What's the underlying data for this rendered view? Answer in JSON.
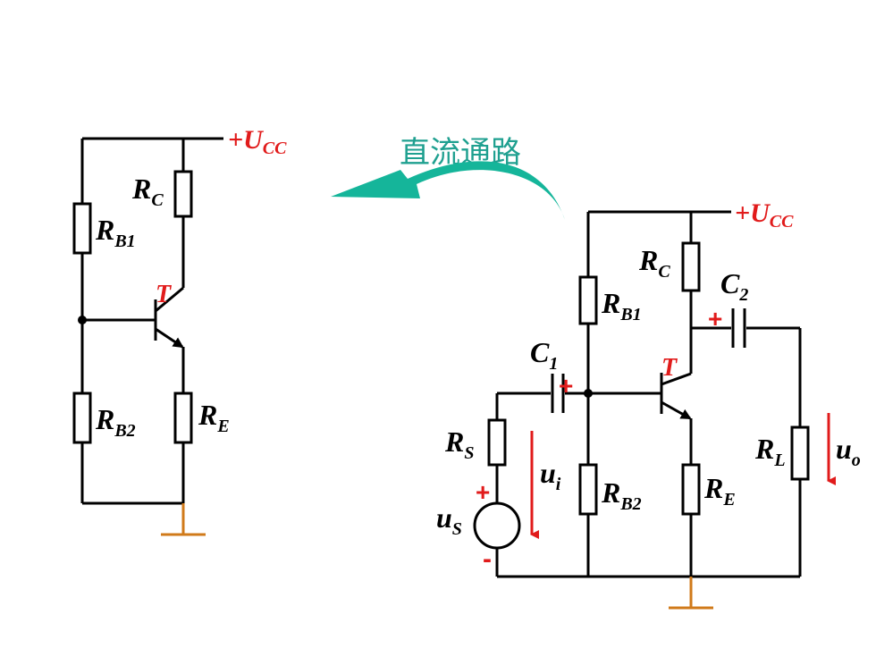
{
  "colors": {
    "wire": "#000000",
    "label_red": "#e11b1b",
    "ground": "#d07a1a",
    "arrow_teal": "#15b59a",
    "title_teal": "#1fa090"
  },
  "title": "直流通路",
  "left": {
    "ucc": {
      "main": "+U",
      "sub": "CC"
    },
    "rc": {
      "main": "R",
      "sub": "C"
    },
    "rb1": {
      "main": "R",
      "sub": "B1"
    },
    "t": "T",
    "rb2": {
      "main": "R",
      "sub": "B2"
    },
    "re": {
      "main": "R",
      "sub": "E"
    }
  },
  "right": {
    "ucc": {
      "main": "+U",
      "sub": "CC"
    },
    "rc": {
      "main": "R",
      "sub": "C"
    },
    "c2": {
      "main": "C",
      "sub": "2"
    },
    "c2_plus": "+",
    "rb1": {
      "main": "R",
      "sub": "B1"
    },
    "c1": {
      "main": "C",
      "sub": "1"
    },
    "c1_plus": "+",
    "t": "T",
    "rs": {
      "main": "R",
      "sub": "S"
    },
    "ui": {
      "main": "u",
      "sub": "i"
    },
    "rb2": {
      "main": "R",
      "sub": "B2"
    },
    "re": {
      "main": "R",
      "sub": "E"
    },
    "rl": {
      "main": "R",
      "sub": "L"
    },
    "uo": {
      "main": "u",
      "sub": "o"
    },
    "us": {
      "main": "u",
      "sub": "S"
    },
    "us_plus": "+",
    "us_minus": "-"
  }
}
